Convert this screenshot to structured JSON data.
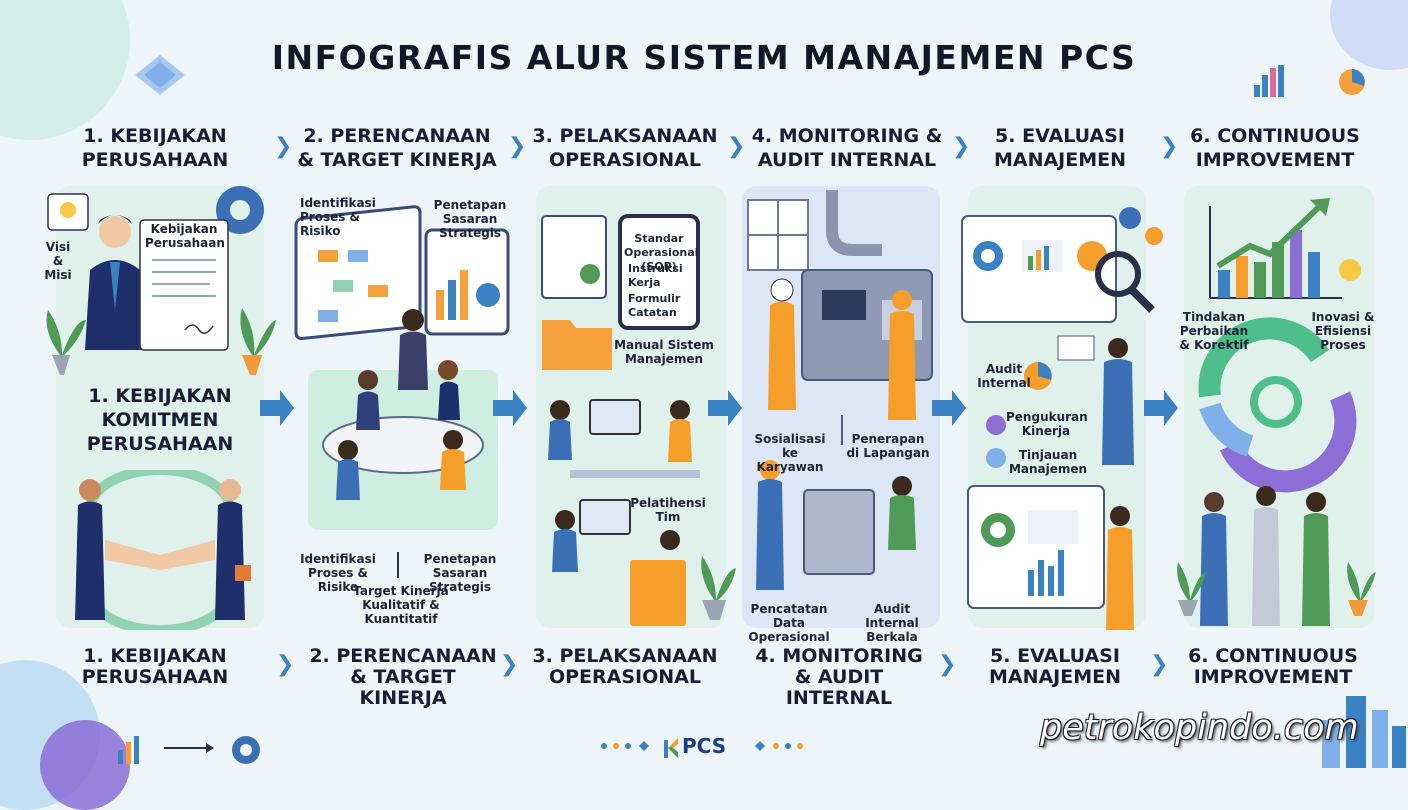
{
  "title": "INFOGRAFIS ALUR SISTEM MANAJEMEN PCS",
  "steps": [
    {
      "head_l1": "1. KEBIJAKAN",
      "head_l2": "PERUSAHAAN",
      "foot_l1": "1. KEBIJAKAN",
      "foot_l2": "PERUSAHAAN",
      "foot_l3": ""
    },
    {
      "head_l1": "2. PERENCANAAN",
      "head_l2": "& TARGET KINERJA",
      "foot_l1": "2. PERENCANAAN",
      "foot_l2": "& TARGET",
      "foot_l3": "KINERJA"
    },
    {
      "head_l1": "3. PELAKSANAAN",
      "head_l2": "OPERASIONAL",
      "foot_l1": "3. PELAKSANAAN",
      "foot_l2": "OPERASIONAL",
      "foot_l3": ""
    },
    {
      "head_l1": "4. MONITORING &",
      "head_l2": "AUDIT INTERNAL",
      "foot_l1": "4. MONITORING",
      "foot_l2": "& AUDIT",
      "foot_l3": "INTERNAL"
    },
    {
      "head_l1": "5. EVALUASI",
      "head_l2": "MANAJEMEN",
      "foot_l1": "5. EVALUASI",
      "foot_l2": "MANAJEMEN",
      "foot_l3": ""
    },
    {
      "head_l1": "6. CONTINUOUS",
      "head_l2": "IMPROVEMENT",
      "foot_l1": "6. CONTINUOUS",
      "foot_l2": "IMPROVEMENT",
      "foot_l3": ""
    }
  ],
  "step1": {
    "visi_misi": "Visi & Misi",
    "doc_title": "Kebijakan Perusahaan",
    "big_l1": "1. KEBIJAKAN",
    "big_l2": "KOMITMEN",
    "big_l3": "PERUSAHAAN"
  },
  "step2": {
    "identifikasi_top": "Identifikasi Proses & Risiko",
    "penetapan_top": "Penetapan Sasaran Strategis",
    "identifikasi_bottom": "Identifikasi Proses & Risiko",
    "penetapan_bottom": "Penetapan Sasaran Strategis",
    "target_kinerja": "Target Kinerja Kualitatif & Kuantitatif"
  },
  "step3": {
    "sop_title": "Standar Operasional (SOP)",
    "sop_items": [
      "Instruksi Kerja",
      "Formulir Catatan"
    ],
    "manual": "Manual Sistem Manajemen",
    "pelatihan": "Pelatihensi Tim"
  },
  "step4": {
    "sosialisasi": "Sosialisasi ke Karyawan",
    "penerapan": "Penerapan di Lapangan",
    "pencatatan": "Pencatatan Data Operasional",
    "audit_berkala": "Audit Internal Berkala"
  },
  "step5": {
    "audit_internal": "Audit Internal",
    "pengukuran": "Pengukuran Kinerja",
    "tinjauan": "Tinjauan Manajemen"
  },
  "step6": {
    "tindakan": "Tindakan Perbaikan & Korektif",
    "inovasi": "Inovasi & Efisiensi Proses"
  },
  "footer": {
    "logo": "PCS",
    "watermark": "petrokopindo.com"
  },
  "colors": {
    "accent_blue": "#3b82c4",
    "accent_green": "#8fd3b0",
    "accent_purple": "#8b6fd6",
    "accent_orange": "#f59e2a",
    "ink": "#1a1d33"
  }
}
